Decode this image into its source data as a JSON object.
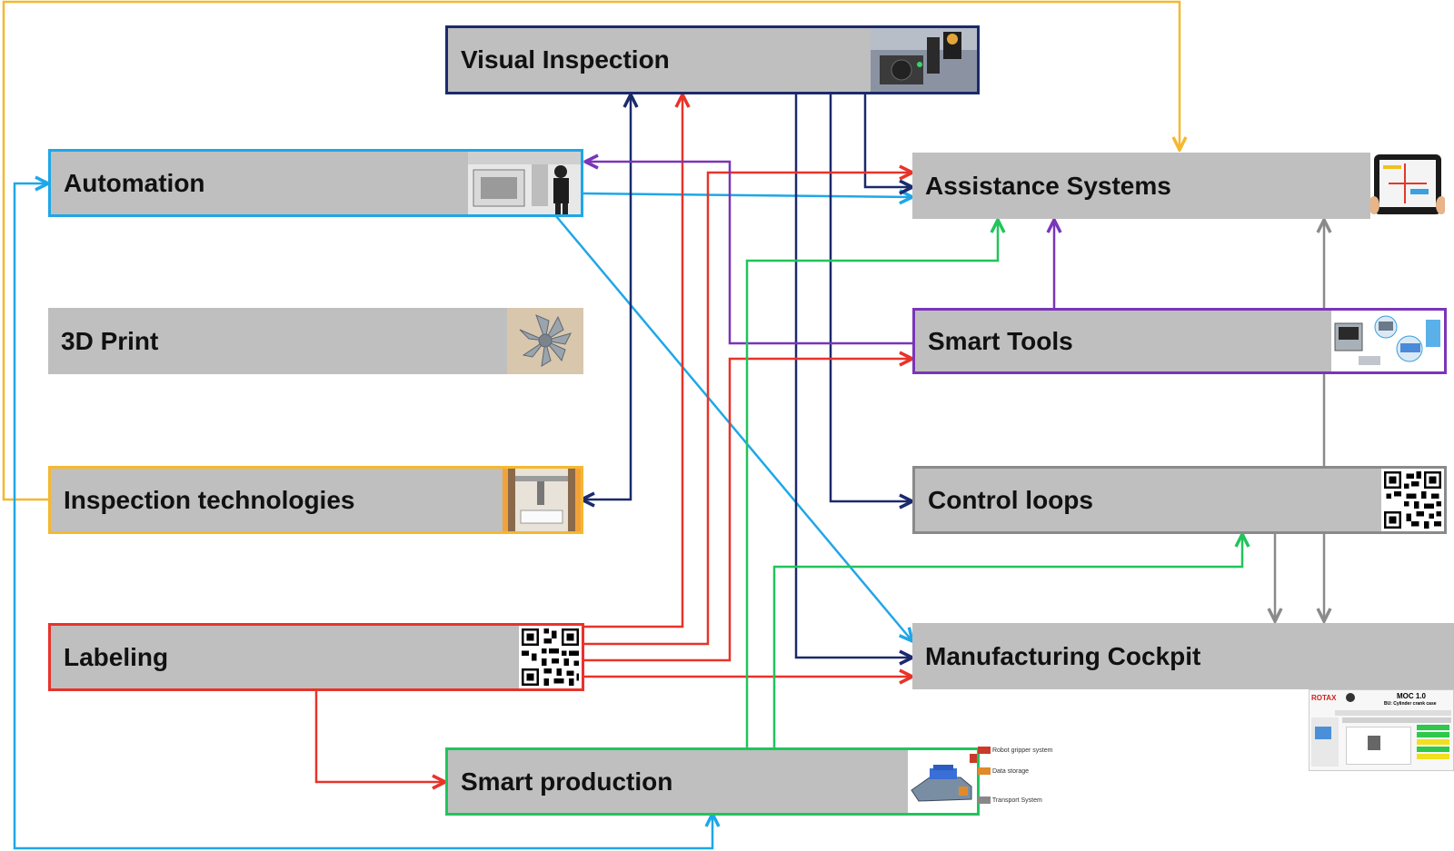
{
  "nodes": {
    "visual_inspection": "Visual Inspection",
    "automation": "Automation",
    "print_3d": "3D Print",
    "inspection_technologies": "Inspection technologies",
    "labeling": "Labeling",
    "smart_production": "Smart production",
    "assistance_systems": "Assistance Systems",
    "smart_tools": "Smart Tools",
    "control_loops": "Control loops",
    "manufacturing_cockpit": "Manufacturing Cockpit"
  },
  "images": {
    "smart_production_callouts": [
      "Robot gripper system",
      "Data storage",
      "Transport System"
    ],
    "moc_brand": "ROTAX",
    "moc_title": "MOC 1.0",
    "moc_subtitle": "BU: Cylinder crank case"
  },
  "colors": {
    "navy": "#1a2a6c",
    "blue": "#1ea7e8",
    "orange": "#f5b82e",
    "red": "#e8332a",
    "purple": "#7a35b8",
    "green": "#21c45c",
    "gray": "#8a8a8a",
    "box_fill": "#bfbfbf"
  }
}
